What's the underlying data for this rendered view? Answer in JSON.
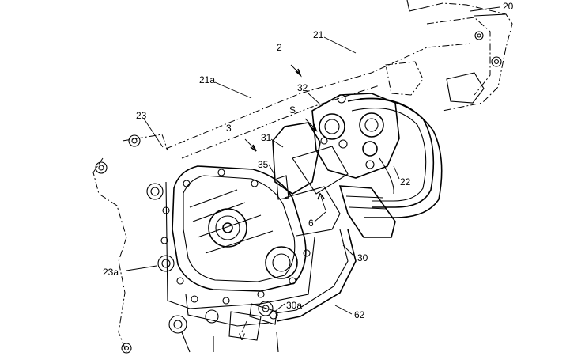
{
  "labels": {
    "l20": "20",
    "l21": "21",
    "l2": "2",
    "l21a": "21a",
    "l32": "32",
    "l23": "23",
    "lS": "S",
    "l3": "3",
    "l31": "31",
    "l35": "35",
    "l22": "22",
    "l6": "6",
    "l23a": "23a",
    "l30": "30",
    "l30a": "30a",
    "l62": "62",
    "lV": "V"
  },
  "colors": {
    "line": "#000000",
    "background": "#ffffff"
  }
}
